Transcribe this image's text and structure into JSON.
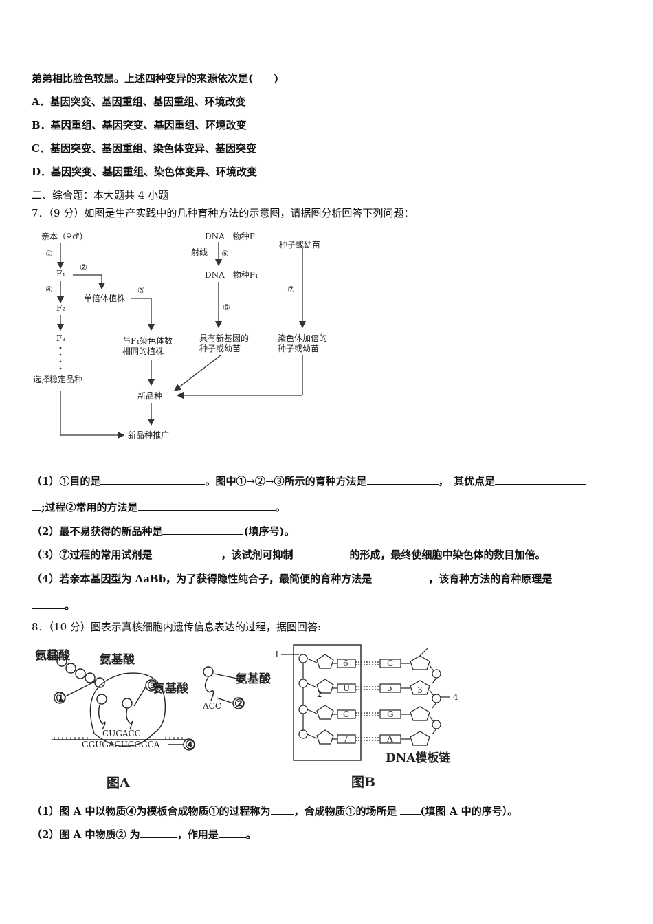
{
  "q6": {
    "tail": "弟弟相比脸色较黑。上述四种变异的来源依次是(　　)",
    "options": [
      "A．基因突变、基因重组、基因重组、环境改变",
      "B．基因重组、基因突变、基因重组、环境改变",
      "C．基因突变、基因重组、染色体变异、基因突变",
      "D．基因突变、基因重组、染色体变异、环境改变"
    ]
  },
  "section2": "二、综合题：本大题共 4 小题",
  "q7": {
    "stem": "7．（9 分）如图是生产实践中的几种育种方法的示意图，请据图分析回答下列问题：",
    "diagram": {
      "parent": "亲本（♀♂）",
      "c1": "①",
      "c2": "②",
      "c3": "③",
      "c4": "④",
      "c5": "⑤",
      "c6": "⑥",
      "c7": "⑦",
      "f1": "F₁",
      "f2": "F₂",
      "f3": "F₃",
      "select": "选择稳定品种",
      "haploid": "单倍体植株",
      "same_a": "与F₁染色体数",
      "same_b": "相同的植株",
      "dna_p": "DNA　物种P",
      "ray": "射线",
      "dna_p1": "DNA　物种P₁",
      "newgene_a": "具有新基因的",
      "newgene_b": "种子或幼苗",
      "seed": "种子或幼苗",
      "double_a": "染色体加倍的",
      "double_b": "种子或幼苗",
      "new_variety": "新品种",
      "promote": "新品种推广"
    },
    "q1_a": "（1）①目的是",
    "q1_b": "。图中①→②→③所示的育种方法是",
    "q1_c": "，　其优点是",
    "q1_d": ";过程②常用的方法是",
    "q1_e": "。",
    "q2_a": "（2）最不易获得的新品种是",
    "q2_b": "(填序号)。",
    "q3_a": "（3）⑦过程的常用试剂是",
    "q3_b": "，该试剂可抑制",
    "q3_c": "的形成，最终使细胞中染色体的数目加倍。",
    "q4_a": "（4）若亲本基因型为 AaBb，为了获得隐性纯合子，最简便的育种方法是",
    "q4_b": "，该育种方法的育种原理是",
    "q4_c": "。"
  },
  "q8": {
    "stem": "8．（10 分）图表示真核细胞内遗传信息表达的过程，据图回答:",
    "figA": {
      "aa1": "氨基酸",
      "aa2": "氨基酸",
      "aa3": "氨基酸",
      "aa4": "氨基酸",
      "n1": "①",
      "n2": "②",
      "n3": "③",
      "n4": "④",
      "codon": "CUGACC",
      "mrna": "GGUGACUGGGCA",
      "acc": "ACC",
      "caption": "图A"
    },
    "figB": {
      "l1": "1",
      "l2": "2",
      "l3": "3",
      "l4": "4",
      "b6": "6",
      "bU": "U",
      "bC": "C",
      "b7": "7",
      "rC": "C",
      "r5": "5",
      "rG": "G",
      "rA": "A",
      "template": "DNA模板链",
      "caption": "图B"
    },
    "q1_a": "（1）图 A 中以物质④为模板合成物质①的过程称为",
    "q1_b": "，合成物质①的场所是",
    "q1_c": "(填图 A 中的序号）。",
    "q2_a": "（2）图 A 中物质② 为",
    "q2_b": "，作用是",
    "q2_c": "。"
  }
}
